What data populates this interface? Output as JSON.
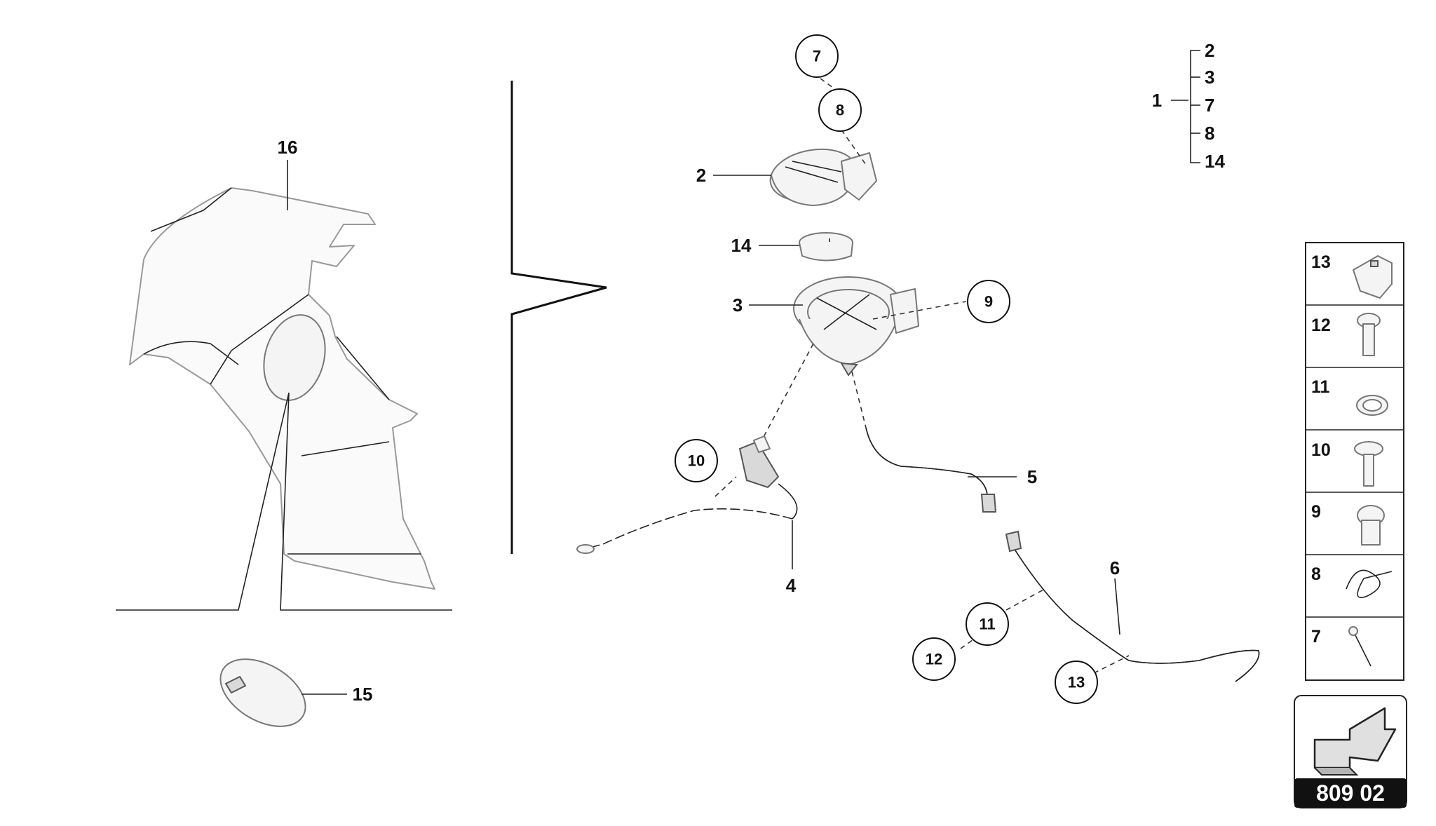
{
  "diagram": {
    "callouts_circled": {
      "c7": "7",
      "c8": "8",
      "c9": "9",
      "c10": "10",
      "c11": "11",
      "c12": "12",
      "c13": "13"
    },
    "labels_plain": {
      "l2": "2",
      "l3": "3",
      "l4": "4",
      "l5": "5",
      "l6": "6",
      "l14": "14",
      "l15": "15",
      "l16": "16"
    },
    "assembly_tree": {
      "parent": "1",
      "children": [
        "2",
        "3",
        "7",
        "8",
        "14"
      ]
    },
    "fastener_table": [
      "13",
      "12",
      "11",
      "10",
      "9",
      "8",
      "7"
    ],
    "reference": {
      "code": "809 02",
      "icon": "arrow-icon"
    },
    "colors": {
      "line": "#222222",
      "part_fill": "#f4f4f4",
      "reference_bar": "#111111"
    }
  }
}
